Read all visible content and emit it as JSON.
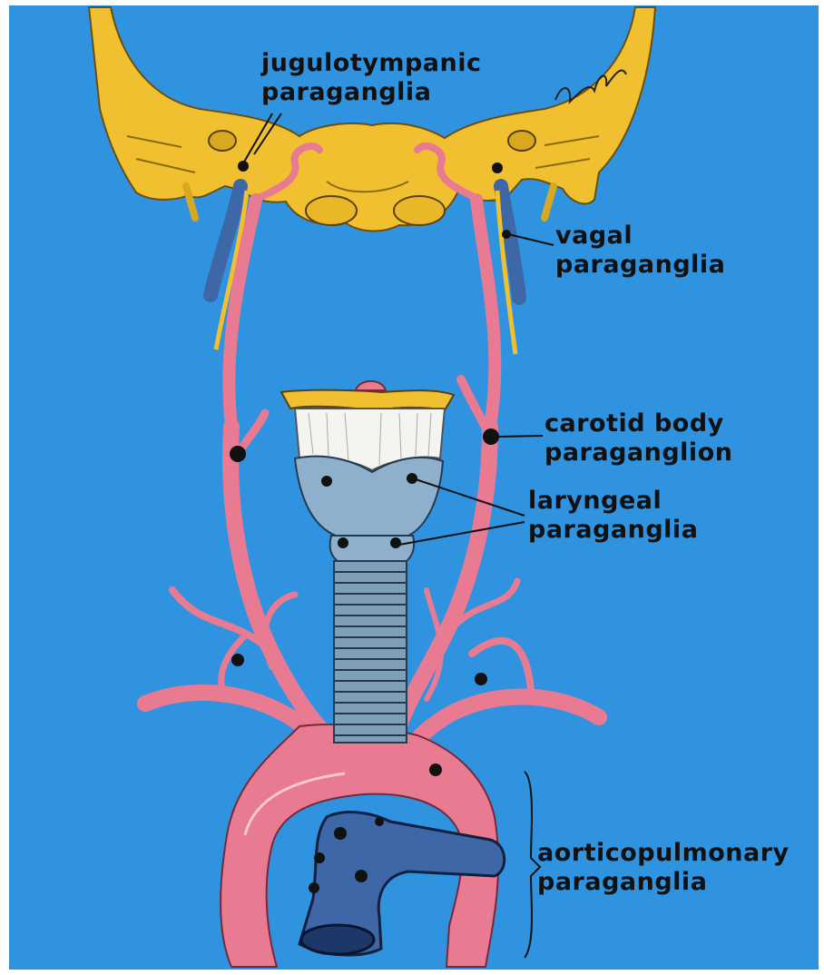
{
  "colors": {
    "background": "#2f93e0",
    "skull_bone": "#f0c030",
    "artery": "#e87a92",
    "vein": "#3e67a8",
    "paraganglia_dot": "#111111",
    "cartilage": "#8fb0cc",
    "label_text": "#111111"
  },
  "labels": {
    "jugulotympanic_line1": "jugulotympanic",
    "jugulotympanic_line2": "paraganglia",
    "vagal_line1": "vagal",
    "vagal_line2": "paraganglia",
    "carotid_line1": "carotid body",
    "carotid_line2": "paraganglion",
    "laryngeal_line1": "laryngeal",
    "laryngeal_line2": "paraganglia",
    "aortico_line1": "aorticopulmonary",
    "aortico_line2": "paraganglia"
  }
}
